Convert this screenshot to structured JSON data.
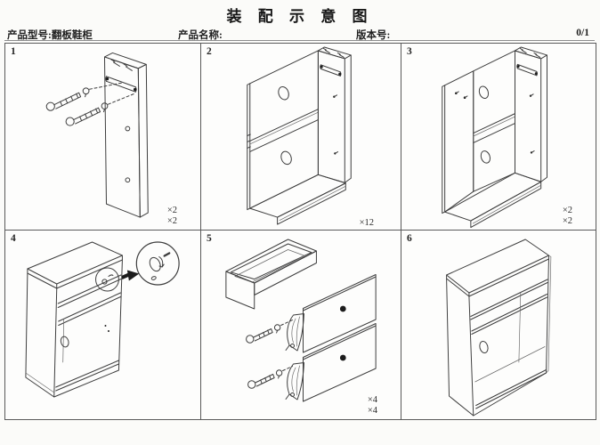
{
  "title": "装 配 示 意 图",
  "header": {
    "model": "产品型号:翻板鞋柜",
    "name": "产品名称:",
    "version": "版本号:",
    "page": "0/1"
  },
  "panels": [
    {
      "number": "1",
      "quantities": [
        "×2",
        "×2"
      ]
    },
    {
      "number": "2",
      "quantities": [
        "×12"
      ]
    },
    {
      "number": "3",
      "quantities": [
        "×2",
        "×2"
      ]
    },
    {
      "number": "4",
      "quantities": []
    },
    {
      "number": "5",
      "quantities": [
        "×4",
        "×4"
      ]
    },
    {
      "number": "6",
      "quantities": []
    }
  ]
}
